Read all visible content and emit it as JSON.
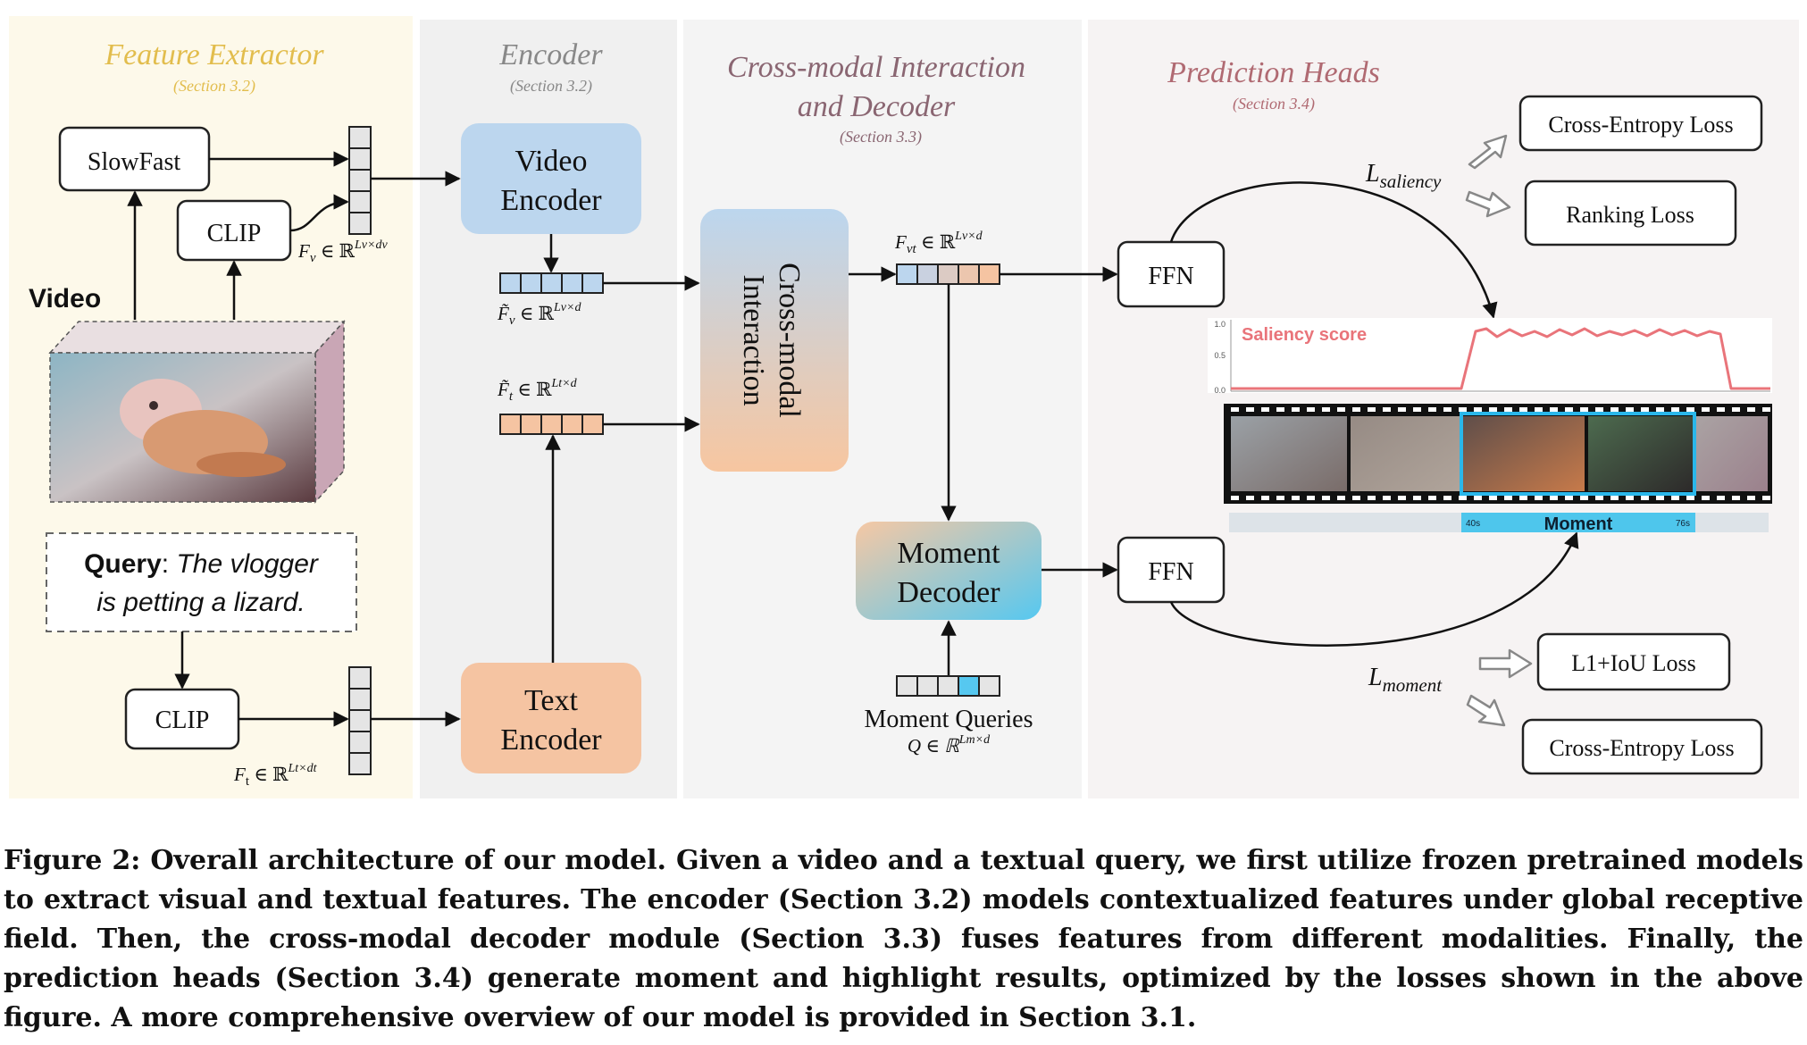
{
  "sections": [
    {
      "title": "Feature Extractor",
      "ref": "(Section 3.2)"
    },
    {
      "title": "Encoder",
      "ref": "(Section 3.2)"
    },
    {
      "title_line1": "Cross-modal Interaction",
      "title_line2": "and Decoder",
      "ref": "(Section 3.3)"
    },
    {
      "title": "Prediction Heads",
      "ref": "(Section 3.4)"
    }
  ],
  "colors": {
    "feature_bg": "#fdf9ea",
    "encoder_bg": "#f0f0f0",
    "cross_bg": "#f4f4f4",
    "heads_bg": "#f6f3f3",
    "feature_title": "#e2bd4d",
    "gray_title": "#888888",
    "cross_title": "#8a6672",
    "heads_title": "#b06a72",
    "blue_box": "#bcd6ee",
    "orange_box": "#f5c4a2",
    "saliency": "#e9747a",
    "moment_bar": "#4ec6ec"
  },
  "feature_extractor": {
    "slowfast": "SlowFast",
    "clip_video": "CLIP",
    "video_label": "Video",
    "clip_text": "CLIP",
    "query_label": "Query",
    "query_text_line1": "The vlogger",
    "query_text_line2": "is petting a lizard.",
    "fv_label": "F",
    "fv_sub": "v",
    "fv_rest": " ∈ ℝ",
    "fv_sup": "Lv×dv",
    "ft_label": "F",
    "ft_sub": "t",
    "ft_rest": " ∈ ℝ",
    "ft_sup": "Lt×dt"
  },
  "encoder": {
    "video_line1": "Video",
    "video_line2": "Encoder",
    "text_line1": "Text",
    "text_line2": "Encoder",
    "fv_tilde": "F̃",
    "fv_tilde_sub": "v",
    "fv_tilde_rest": " ∈ ℝ",
    "fv_tilde_sup": "Lv×d",
    "ft_tilde": "F̃",
    "ft_tilde_sub": "t",
    "ft_tilde_rest": " ∈ ℝ",
    "ft_tilde_sup": "Lt×d"
  },
  "cross_modal": {
    "interaction_line1": "Cross-modal",
    "interaction_line2": "Interaction",
    "fvt_label": "F",
    "fvt_sub": "vt",
    "fvt_rest": " ∈ ℝ",
    "fvt_sup": "Lv×d",
    "decoder_line1": "Moment",
    "decoder_line2": "Decoder",
    "queries_label": "Moment Queries",
    "q_label": "Q ∈ ℝ",
    "q_sup": "Lm×d"
  },
  "heads": {
    "ffn_top": "FFN",
    "ffn_bottom": "FFN",
    "l_saliency": "L",
    "l_saliency_sub": "saliency",
    "l_moment": "L",
    "l_moment_sub": "moment",
    "loss_ce_top": "Cross-Entropy Loss",
    "loss_ranking": "Ranking Loss",
    "loss_l1iou": "L1+IoU Loss",
    "loss_ce_bottom": "Cross-Entropy Loss",
    "saliency_title": "Saliency score",
    "y_ticks": [
      "1.0",
      "0.5",
      "0.0"
    ],
    "moment_label": "Moment",
    "moment_start": "40s",
    "moment_end": "76s"
  },
  "caption": "Figure 2: Overall architecture of our model. Given a video and a textual query, we first utilize frozen pretrained models to extract visual and textual features. The encoder (Section 3.2) models contextualized features under global receptive field. Then, the cross-modal decoder module (Section 3.3) fuses features from different modalities. Finally, the prediction heads (Section 3.4) generate moment and highlight results, optimized by the losses shown in the above figure. A more comprehensive overview of our model is provided in Section 3.1."
}
